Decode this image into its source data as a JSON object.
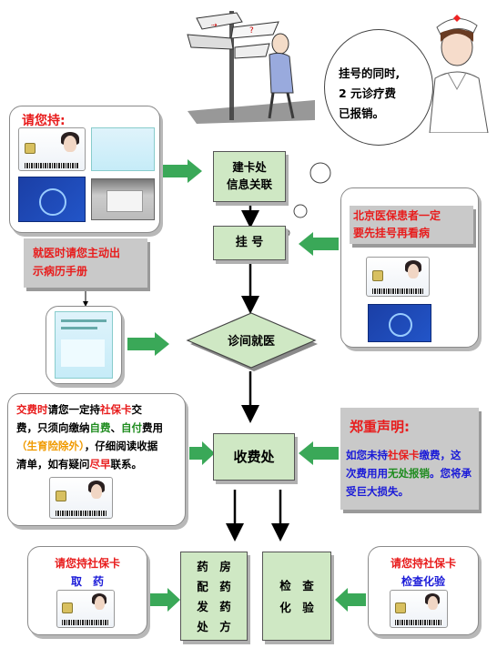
{
  "title_panel": {
    "label": "请您持:"
  },
  "nurse_bubble": {
    "lines": [
      "挂号的同时,",
      "2 元诊疗费",
      "已报销。"
    ]
  },
  "flow": {
    "card_center": {
      "line1": "建卡处",
      "line2": "信息关联"
    },
    "register": "挂  号",
    "consult": "诊间就医",
    "pay": "收费处",
    "pharmacy": {
      "lines": [
        "药　房",
        "配　药",
        "发　药",
        "处　方"
      ]
    },
    "exam": {
      "lines": [
        "检　查",
        "化　验"
      ]
    }
  },
  "medical_record_note": {
    "line1": "就医时请您主动出",
    "line2": "示病历手册"
  },
  "beijing_note": {
    "line1": "北京医保患者一定",
    "line2": "要先挂号再看病"
  },
  "payment_note": {
    "l1": {
      "a": "交费时",
      "b": "请您一定持",
      "c": "社保卡",
      "d": "交"
    },
    "l2": {
      "a": "费，只须向缴纳",
      "b": "自费",
      "c": "、",
      "d": "自付",
      "e": "费用"
    },
    "l3": {
      "a": "（生育险除外）",
      "b": "，仔细阅读收据"
    },
    "l4": {
      "a": "清单，如有疑问",
      "b": "尽早",
      "c": "联系。"
    }
  },
  "solemn": {
    "heading": "郑重声明:",
    "l1": {
      "a": "如您未持",
      "b": "社保卡",
      "c": "缴费",
      "d": "，这"
    },
    "l2": {
      "a": "次费用用",
      "b": "无处报销",
      "c": "。您将承"
    },
    "l3": "受巨大损失。"
  },
  "pickup": {
    "line1a": "请您持",
    "line1b": "社保卡",
    "line2": "取　药"
  },
  "exam_note": {
    "line1a": "请您持",
    "line1b": "社保卡",
    "line2": "检查化验"
  },
  "colors": {
    "accent_red": "#e81c1c",
    "accent_blue": "#1a1ad8",
    "accent_green": "#1f8c1f",
    "arrow_green": "#3aa858",
    "flow_green": "#cfe8c4"
  },
  "icons": [
    "signpost-figure",
    "nurse",
    "social-security-card",
    "medical-record-booklet",
    "insurance-blue-card",
    "thought-bubble"
  ]
}
